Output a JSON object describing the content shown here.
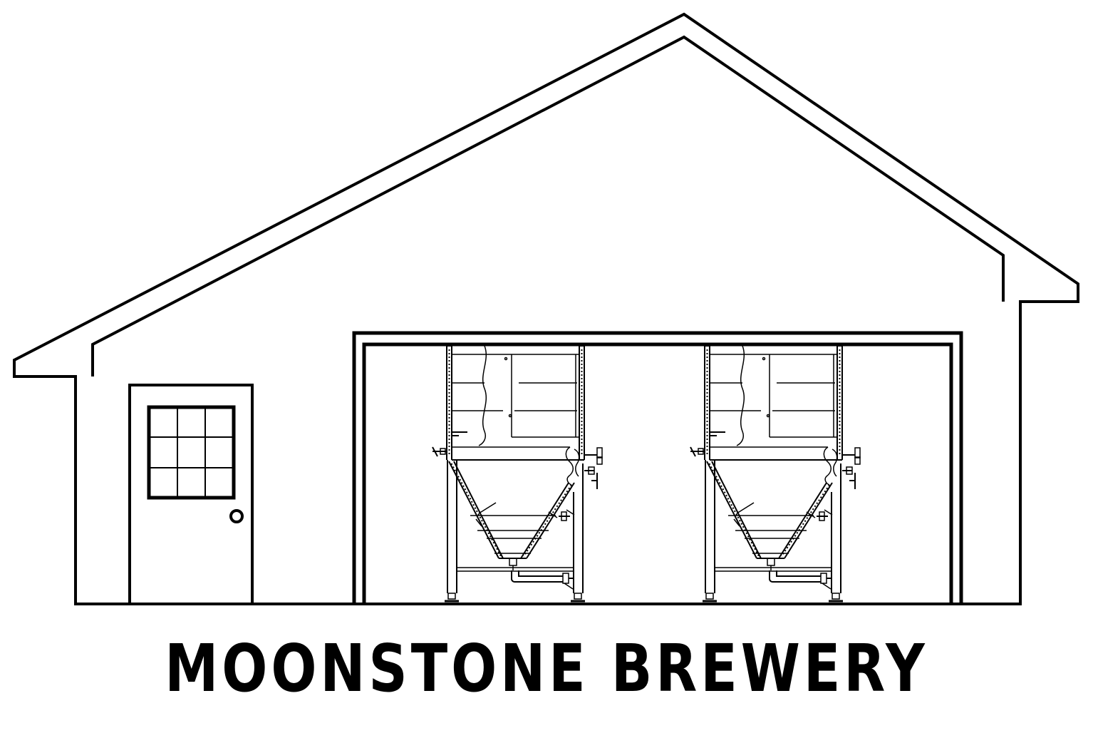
{
  "title": "MOONSTONE BREWERY",
  "colors": {
    "background": "#ffffff",
    "line": "#000000"
  },
  "elements": {
    "building": "building-outline",
    "roof": "gable-roof",
    "door": "entry-door",
    "door_window": "nine-pane-window",
    "door_knob": "door-knob",
    "garage_opening": "garage-door-opening",
    "tanks": [
      "fermenter-tank",
      "fermenter-tank"
    ]
  }
}
